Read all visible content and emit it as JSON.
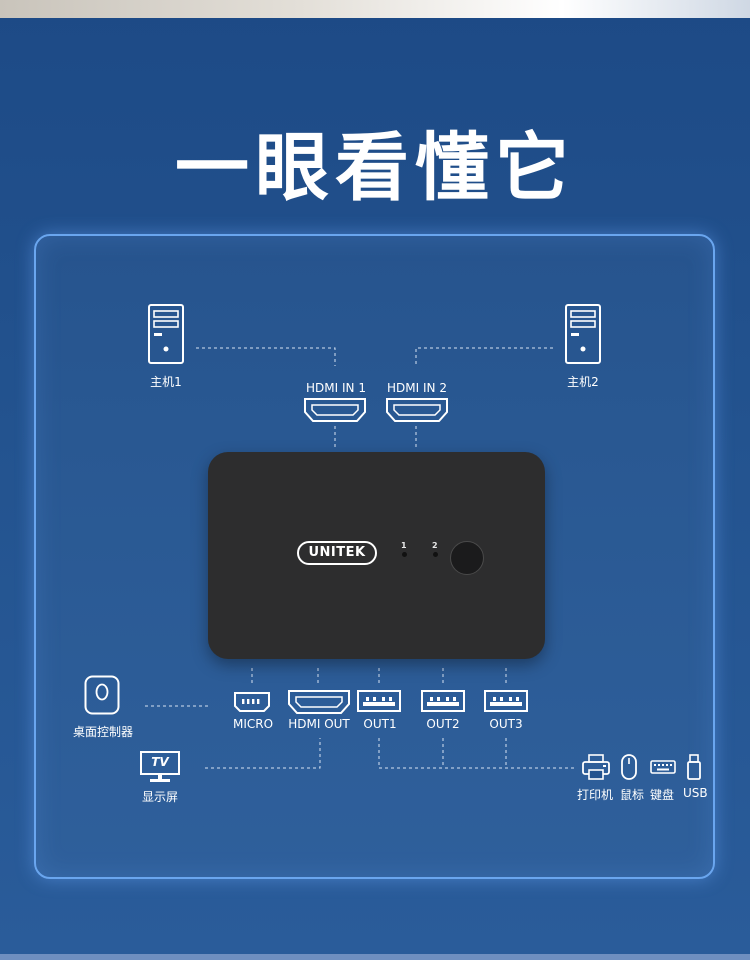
{
  "headline": "一眼看懂它",
  "device": {
    "brand": "UNITEK",
    "led_1": "1",
    "led_2": "2"
  },
  "hosts": {
    "host1": "主机1",
    "host2": "主机2"
  },
  "inputs": {
    "in1": "HDMI IN 1",
    "in2": "HDMI IN 2"
  },
  "ports": {
    "micro": "MICRO",
    "hdmi_out": "HDMI OUT",
    "out1": "OUT1",
    "out2": "OUT2",
    "out3": "OUT3"
  },
  "peripherals": {
    "desktop_controller": "桌面控制器",
    "display": "显示屏",
    "tv_badge": "TV",
    "printer": "打印机",
    "mouse": "鼠标",
    "keyboard": "键盘",
    "usb": "USB"
  }
}
